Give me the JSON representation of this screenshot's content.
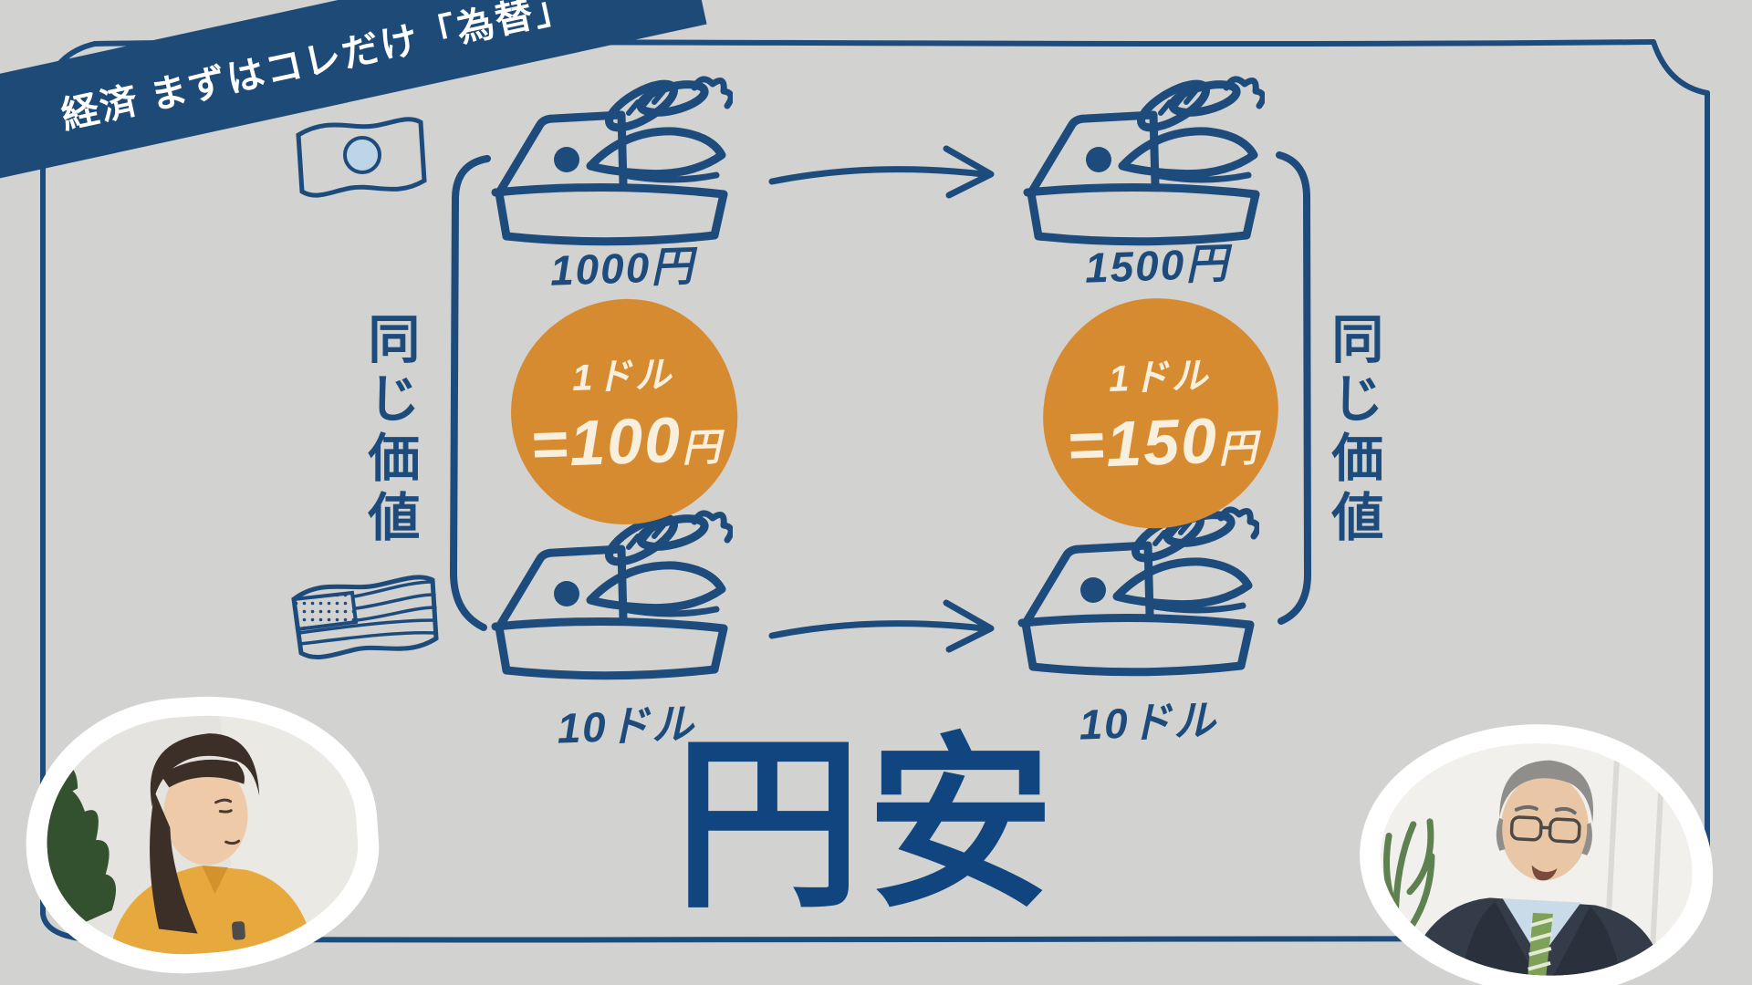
{
  "banner": {
    "text": "経済 まずはコレだけ「為替」"
  },
  "headline": {
    "text": "円安"
  },
  "same_value": {
    "left": "同じ価値",
    "right": "同じ価値"
  },
  "baskets": {
    "top_left": {
      "label": "1000円",
      "country": "japan"
    },
    "top_right": {
      "label": "1500円",
      "country": "japan"
    },
    "bottom_left": {
      "label": "10ドル",
      "country": "usa"
    },
    "bottom_right": {
      "label": "10ドル",
      "country": "usa"
    }
  },
  "rates": {
    "left": {
      "top": "1ドル",
      "amount": "=100",
      "unit": "円"
    },
    "right": {
      "top": "1ドル",
      "amount": "=150",
      "unit": "円"
    }
  },
  "icons": {
    "japan_flag": "japan-flag-icon",
    "us_flag": "us-flag-icon",
    "basket": "grocery-basket-icon",
    "arrow_top": "arrow-right-icon",
    "arrow_bottom": "arrow-right-icon",
    "bracket_left": "bracket-left-icon",
    "bracket_right": "bracket-right-icon"
  },
  "colors": {
    "background": "#d2d2d1",
    "ink_navy": "#1d4b7c",
    "banner_navy": "#1d4a77",
    "headline_navy": "#11457f",
    "bubble_orange": "#d78b31",
    "bubble_text_cream": "#f8f0dd",
    "photo_border_white": "#ffffff"
  }
}
